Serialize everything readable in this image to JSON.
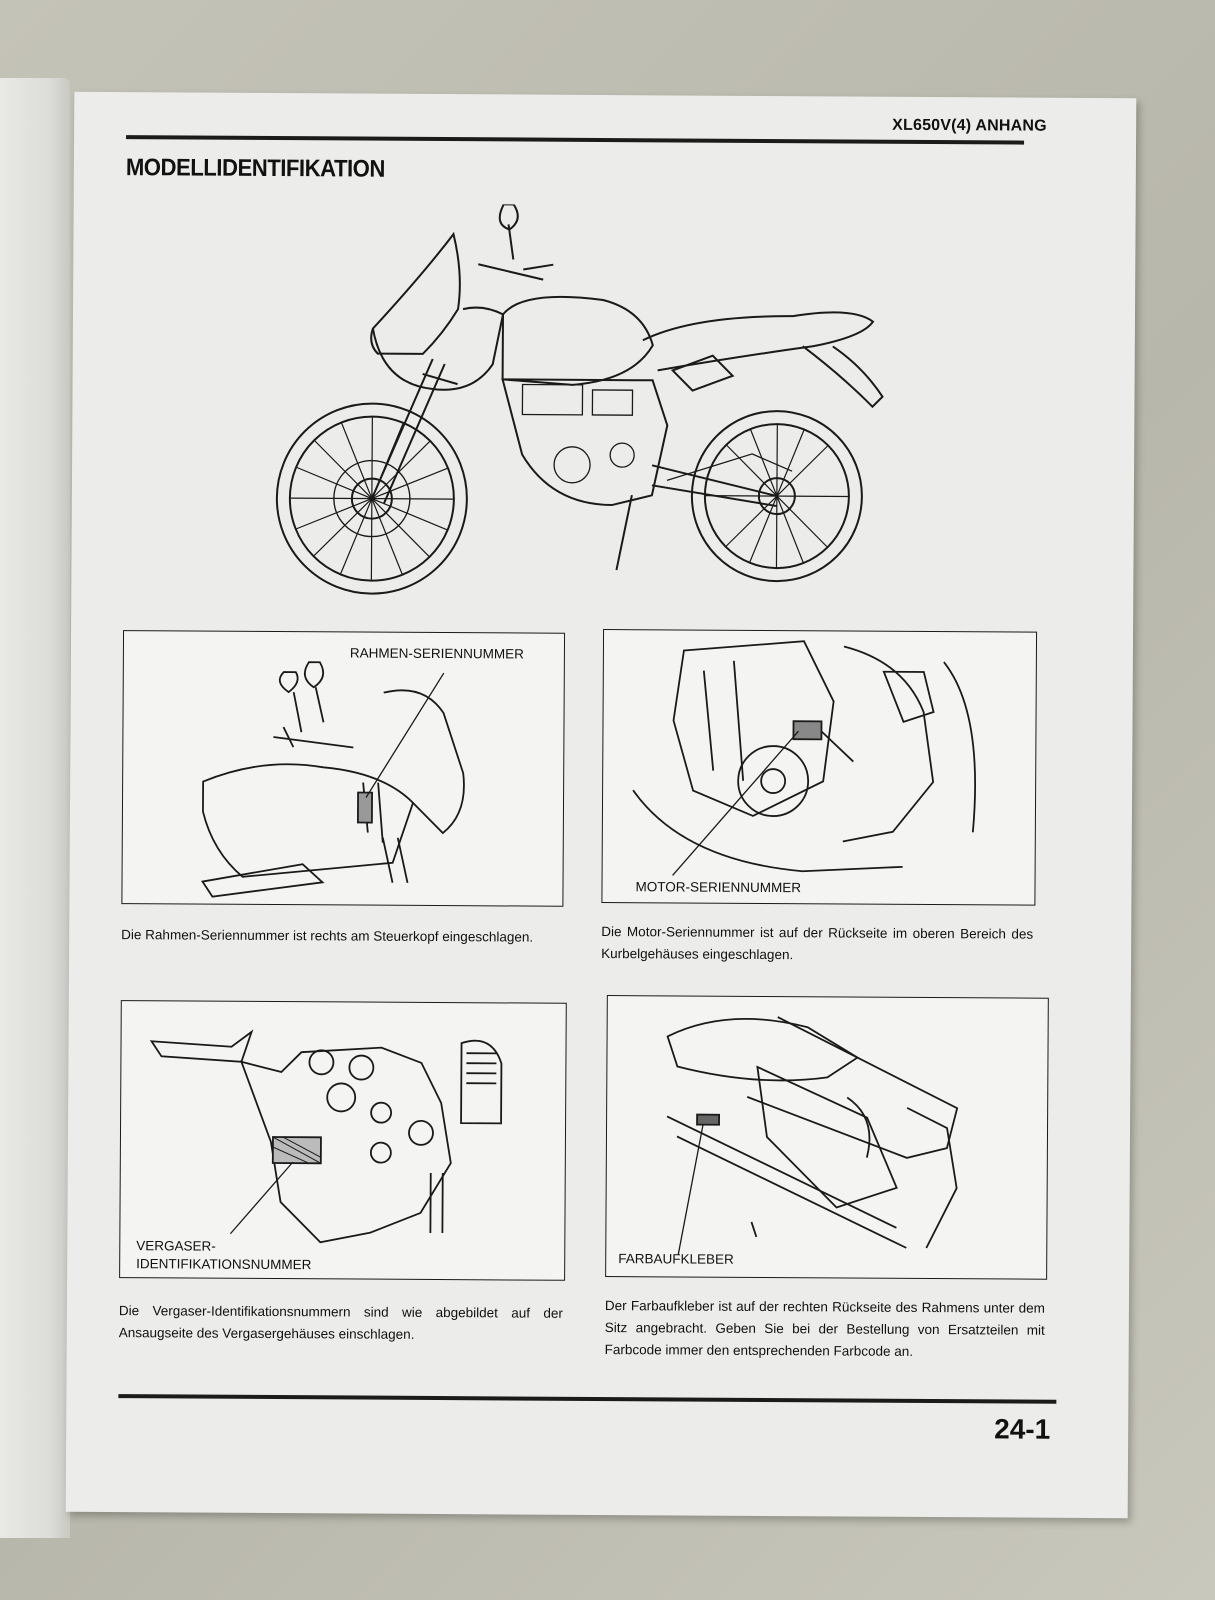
{
  "header": {
    "title": "XL650V(4) ANHANG"
  },
  "page_title": "MODELLIDENTIFIKATION",
  "figures": [
    {
      "callout": "RAHMEN-SERIENNUMMER",
      "caption": "Die Rahmen-Seriennummer ist rechts am Steuerkopf eingeschlagen."
    },
    {
      "callout": "MOTOR-SERIENNUMMER",
      "caption": "Die Motor-Seriennummer ist auf der Rückseite im oberen Bereich des Kurbelgehäuses eingeschlagen."
    },
    {
      "callout": "VERGASER-\nIDENTIFIKATIONSNUMMER",
      "caption": "Die Vergaser-Identifikationsnummern sind wie abgebildet auf der Ansaugseite des Vergasergehäuses einschlagen."
    },
    {
      "callout": "FARBAUFKLEBER",
      "caption": "Der Farbaufkleber ist auf der rechten Rückseite des Rahmens unter dem Sitz angebracht. Geben Sie bei der Bestellung von Ersatzteilen mit Farbcode immer den entsprechenden Farbcode an."
    }
  ],
  "footer": {
    "page_number": "24-1"
  }
}
